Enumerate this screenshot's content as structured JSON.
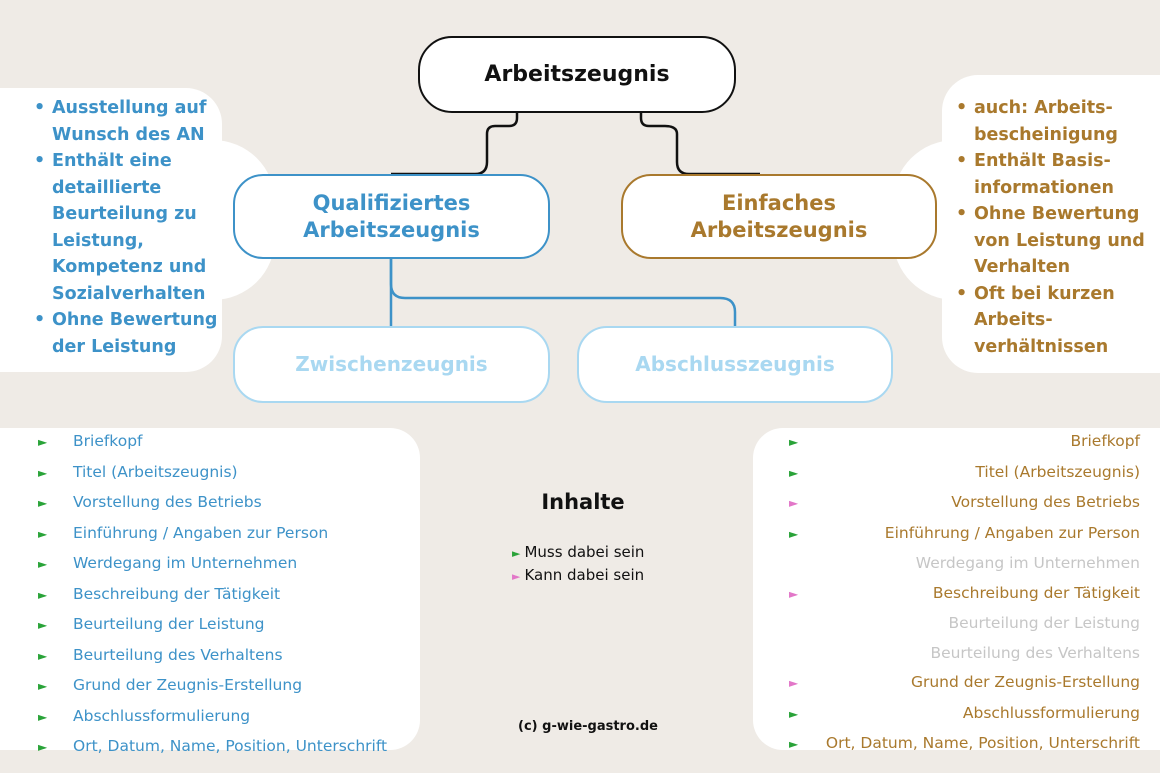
{
  "root": {
    "label": "Arbeitszeugnis"
  },
  "qualified": {
    "label": "Qualifiziertes Arbeitszeugnis"
  },
  "simple": {
    "label": "Einfaches Arbeitszeugnis"
  },
  "interim": {
    "label": "Zwischenzeugnis"
  },
  "final": {
    "label": "Abschlusszeugnis"
  },
  "left_notes": [
    "Ausstellung auf Wunsch des AN",
    "Enthält eine detaillierte Beurteilung zu Leistung, Kompetenz und Sozialverhalten",
    "Ohne Bewertung der Leistung"
  ],
  "right_notes": [
    "auch: Arbeits-bescheinigung",
    "Enthält Basis-informationen",
    "Ohne Bewertung von Leistung und Verhalten",
    "Oft bei kurzen Arbeits-verhältnissen"
  ],
  "legend": {
    "title": "Inhalte",
    "must_label": "Muss dabei sein",
    "can_label": "Kann dabei sein",
    "marker": "►",
    "must_color": "#2aa339",
    "can_color": "#e277c8"
  },
  "left_contents": [
    {
      "text": "Briefkopf",
      "status": "must"
    },
    {
      "text": "Titel (Arbeitszeugnis)",
      "status": "must"
    },
    {
      "text": "Vorstellung des Betriebs",
      "status": "must"
    },
    {
      "text": "Einführung / Angaben zur Person",
      "status": "must"
    },
    {
      "text": "Werdegang im Unternehmen",
      "status": "must"
    },
    {
      "text": "Beschreibung der Tätigkeit",
      "status": "must"
    },
    {
      "text": "Beurteilung der Leistung",
      "status": "must"
    },
    {
      "text": "Beurteilung des Verhaltens",
      "status": "must"
    },
    {
      "text": "Grund der Zeugnis-Erstellung",
      "status": "must"
    },
    {
      "text": "Abschlussformulierung",
      "status": "must"
    },
    {
      "text": "Ort, Datum, Name, Position, Unterschrift",
      "status": "must"
    }
  ],
  "right_contents": [
    {
      "text": "Briefkopf",
      "status": "must"
    },
    {
      "text": "Titel (Arbeitszeugnis)",
      "status": "must"
    },
    {
      "text": "Vorstellung des Betriebs",
      "status": "can"
    },
    {
      "text": "Einführung / Angaben zur Person",
      "status": "must"
    },
    {
      "text": "Werdegang im Unternehmen",
      "status": "none"
    },
    {
      "text": "Beschreibung der Tätigkeit",
      "status": "can"
    },
    {
      "text": "Beurteilung der Leistung",
      "status": "none"
    },
    {
      "text": "Beurteilung des Verhaltens",
      "status": "none"
    },
    {
      "text": "Grund der Zeugnis-Erstellung",
      "status": "can"
    },
    {
      "text": "Abschlussformulierung",
      "status": "must"
    },
    {
      "text": "Ort, Datum, Name, Position, Unterschrift",
      "status": "must"
    }
  ],
  "footer": {
    "copyright": "(c) g-wie-gastro.de"
  },
  "colors": {
    "qualified": "#3d92c8",
    "simple": "#a9792d",
    "sub": "#a9d8f1",
    "inactive": "#c6c6c6"
  }
}
